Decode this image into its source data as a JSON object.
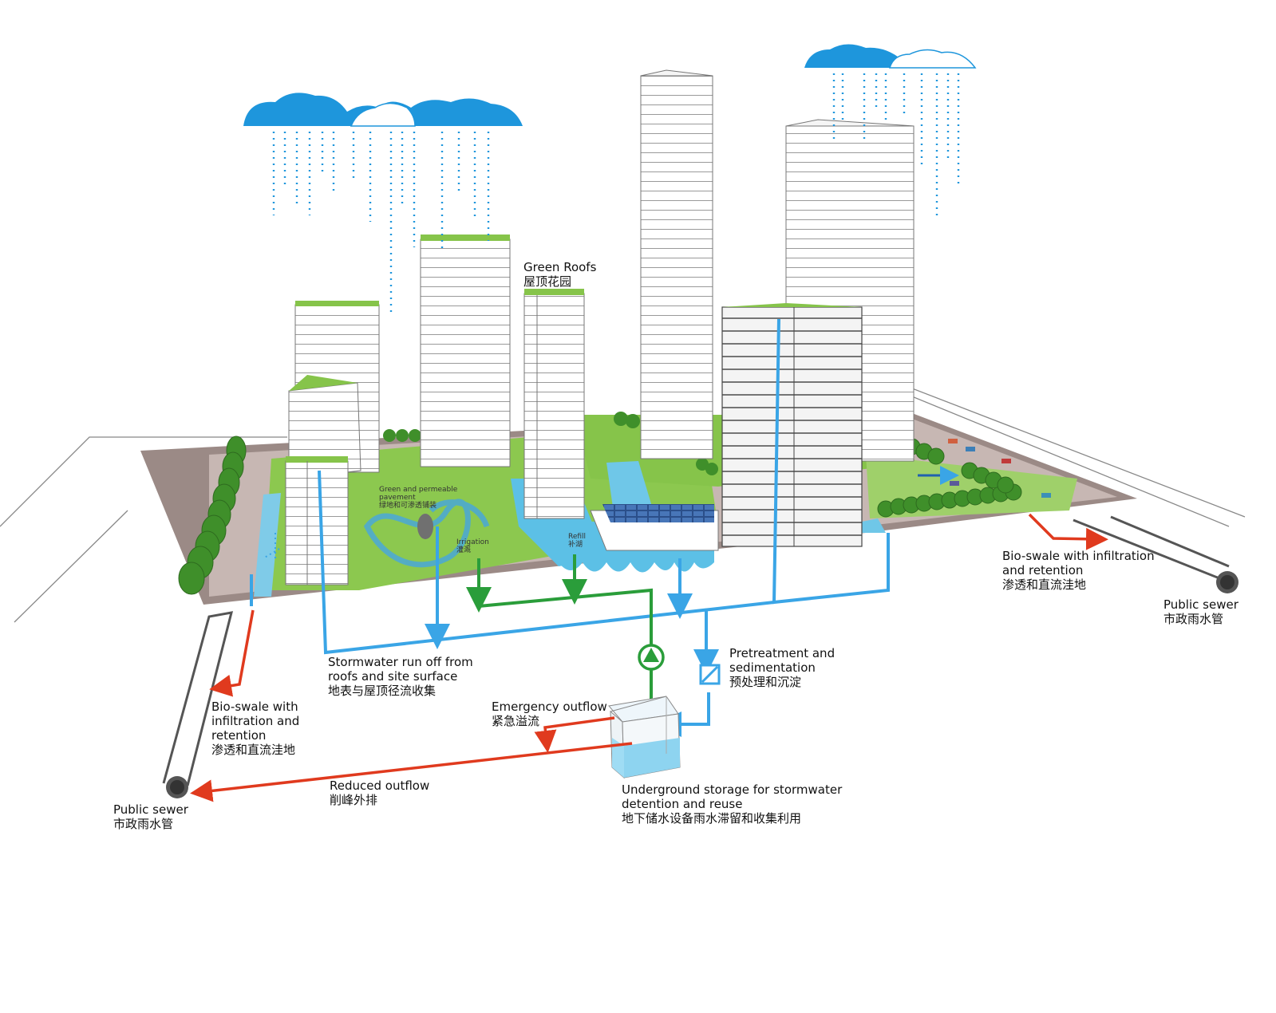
{
  "labels": {
    "green_roofs": {
      "en": "Green Roofs",
      "zh": "屋顶花园"
    },
    "green_pavement": {
      "en1": "Green and permeable",
      "en2": "pavement",
      "zh": "绿地和可渗透铺装"
    },
    "irrigation": {
      "en": "Irrigation",
      "zh": "灌溉"
    },
    "refill": {
      "en": "Refill",
      "zh": "补湖"
    },
    "stormwater": {
      "en1": "Stormwater run off from",
      "en2": "roofs and site surface",
      "zh": "地表与屋顶径流收集"
    },
    "pretreatment": {
      "en1": "Pretreatment and",
      "en2": "sedimentation",
      "zh": "预处理和沉淀"
    },
    "emergency": {
      "en": "Emergency outflow",
      "zh": "紧急溢流"
    },
    "bioswale_left": {
      "en1": "Bio-swale with",
      "en2": "infiltration and",
      "en3": "retention",
      "zh": "渗透和直流洼地"
    },
    "bioswale_right": {
      "en1": "Bio-swale with infiltration",
      "en2": "and retention",
      "zh": "渗透和直流洼地"
    },
    "reduced": {
      "en": "Reduced outflow",
      "zh": "削峰外排"
    },
    "storage": {
      "en1": "Underground storage for stormwater",
      "en2": "detention and reuse",
      "zh": "地下储水设备雨水滞留和收集利用"
    },
    "sewer_left": {
      "en": "Public sewer",
      "zh": "市政雨水管"
    },
    "sewer_right": {
      "en": "Public sewer",
      "zh": "市政雨水管"
    }
  },
  "colors": {
    "stormwater": "#3aa5e6",
    "reuse": "#2a9d3a",
    "outflow": "#e03a1e",
    "cloud": "#1e96dc",
    "green": "#7cc24a",
    "tree": "#3f8f2a",
    "pipe": "#555555"
  }
}
